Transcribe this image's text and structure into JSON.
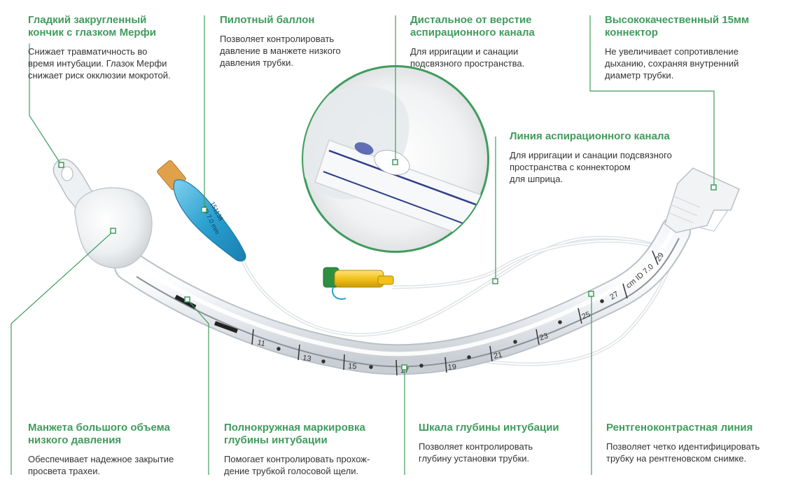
{
  "callouts": [
    {
      "id": "tip",
      "title": "Гладкий закругленный\nкончик с глазком Мерфи",
      "text": "Снижает травматичность во\nвремя интубации. Глазок Мерфи\nснижает риск окклюзии мокротой."
    },
    {
      "id": "pilot",
      "title": "Пилотный баллон",
      "text": "Позволяет контролировать\nдавление в манжете низкого\nдавления трубки."
    },
    {
      "id": "distal",
      "title": "Дистальное от верстие\nаспирационного канала",
      "text": "Для ирригации и санации\nподсвязного пространства."
    },
    {
      "id": "connector",
      "title": "Высококачественный 15мм\nконнектор",
      "text": "Не  увеличивает сопротивление\nдыханию, сохраняя внутренний\nдиаметр трубки."
    },
    {
      "id": "aspiration",
      "title": "Линия аспирационного канала",
      "text": "Для ирригации и санации подсвязного\nпространства с коннектором\nдля шприца."
    },
    {
      "id": "cuff",
      "title": "Манжета большого объема\nнизкого давления",
      "text": "Обеспечивает надежное закрытие\nпросвета трахеи."
    },
    {
      "id": "marking",
      "title": "Полнокружная маркировка\nглубины интубации",
      "text": "Помогает контролировать прохож-\nдение трубкой голосовой щели."
    },
    {
      "id": "scale",
      "title": "Шкала глубины интубации",
      "text": "Позволяет контролировать\nглубину установки трубки."
    },
    {
      "id": "radiopaque",
      "title": "Рентгеноконтрастная линия",
      "text": "Позволяет четко идентифицировать\nтрубку на рентгеновском снимке."
    }
  ],
  "tube": {
    "depth_marks": [
      "11",
      "13",
      "15",
      "17",
      "19",
      "21",
      "23",
      "25",
      "27",
      "29"
    ],
    "size_text": "cm ID 7.0",
    "pilot_balloon_text": [
      "I.D 7.0 mm",
      "151138"
    ]
  },
  "colors": {
    "accent": "#3f9c5c",
    "pilot_balloon": "#2aa0d0",
    "syringe_connector": "#f2c21a",
    "cap": "#2e8f3f"
  }
}
